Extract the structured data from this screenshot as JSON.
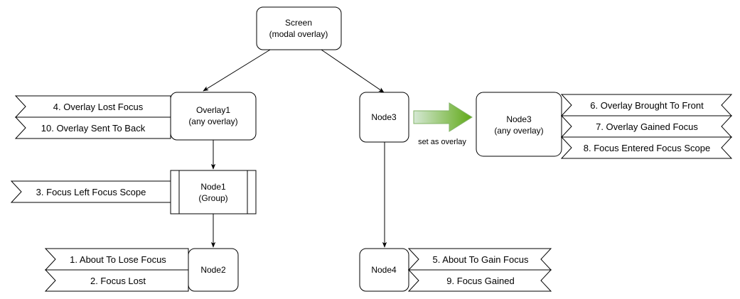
{
  "colors": {
    "stroke": "#000000",
    "background": "#ffffff",
    "arrow_fill_light": "#d5e8d4",
    "arrow_fill_dark": "#60a917",
    "arrow_stroke": "#82b366"
  },
  "nodes": {
    "screen": {
      "line1": "Screen",
      "line2": "(modal overlay)"
    },
    "overlay1": {
      "line1": "Overlay1",
      "line2": "(any overlay)"
    },
    "node1": {
      "line1": "Node1",
      "line2": "(Group)"
    },
    "node2": {
      "line1": "Node2"
    },
    "node3": {
      "line1": "Node3"
    },
    "node3_overlay": {
      "line1": "Node3",
      "line2": "(any overlay)"
    },
    "node4": {
      "line1": "Node4"
    }
  },
  "edge_labels": {
    "set_as_overlay": "set as overlay"
  },
  "events": {
    "overlay_lost_focus": "4. Overlay Lost Focus",
    "overlay_sent_to_back": "10. Overlay Sent To Back",
    "focus_left_focus_scope": "3. Focus Left Focus Scope",
    "about_to_lose_focus": "1. About To Lose Focus",
    "focus_lost": "2. Focus Lost",
    "overlay_brought_to_front": "6. Overlay Brought To Front",
    "overlay_gained_focus": "7. Overlay Gained Focus",
    "focus_entered_focus_scope": "8. Focus Entered Focus Scope",
    "about_to_gain_focus": "5. About To Gain Focus",
    "focus_gained": "9. Focus Gained"
  }
}
